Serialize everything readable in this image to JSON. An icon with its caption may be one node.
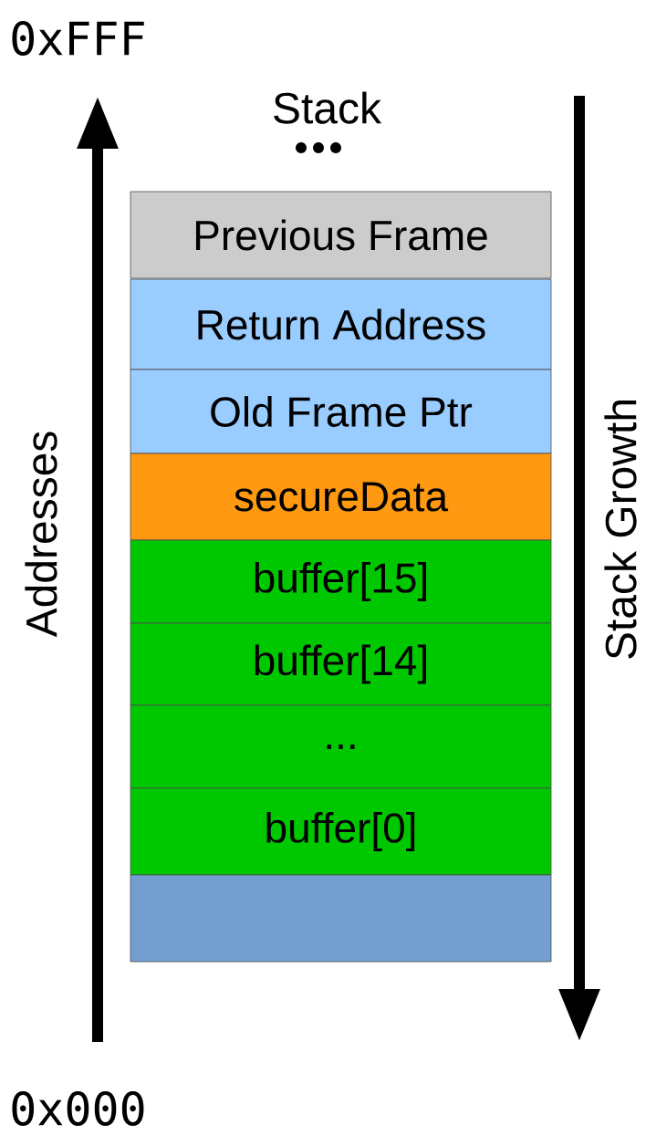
{
  "diagram": {
    "nodes": [
      {
        "text": [
          "Previous Frame"
        ]
      },
      {
        "text": [
          "Return Address"
        ]
      },
      {
        "text": [
          "Old Frame Ptr"
        ]
      },
      {
        "text": [
          "secureData"
        ]
      },
      {
        "text": [
          "buffer[15]"
        ]
      },
      {
        "text": [
          "buffer[14]"
        ]
      },
      {
        "text": [
          "..."
        ]
      },
      {
        "text": [
          "buffer[0]"
        ]
      },
      {
        "text": [],
        "shape": "box"
      }
    ],
    "labels": [
      "0xFFF",
      "Stack",
      "Addresses",
      "Stack Growth",
      "0x000"
    ]
  }
}
